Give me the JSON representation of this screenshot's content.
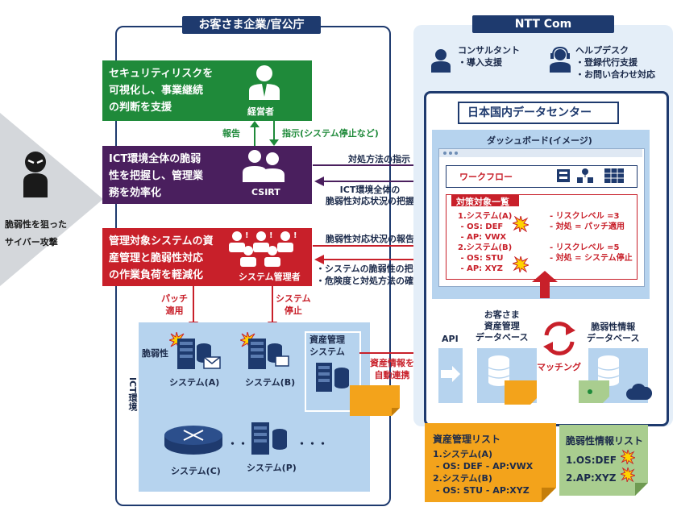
{
  "left": {
    "attack_label": "脆弱性を狙った\nサイバー攻撃"
  },
  "customer": {
    "header": "お客さま企業/官公庁",
    "exec_box": {
      "text": "セキュリティリスクを\n可視化し、事業継続\nの判断を支援",
      "role": "経営者"
    },
    "report_label": "報告",
    "instruct_label": "指示(システム停止など)",
    "csirt_box": {
      "text": "ICT環境全体の脆弱\n性を把握し、管理業\n務を効率化",
      "role": "CSIRT"
    },
    "admin_box": {
      "text": "管理対象システムの資\n産管理と脆弱性対応\nの作業負荷を軽減化",
      "role": "システム管理者"
    },
    "patch_label": "パッチ\n適用",
    "stop_label": "システム\n停止",
    "ict_label": "ICT環境",
    "vuln_label": "脆弱性",
    "systems": [
      "システム(A)",
      "システム(B)",
      "システム(C)",
      "システム(P)"
    ],
    "dots": "・・・",
    "asset_system": "資産管理\nシステム"
  },
  "arrows": {
    "instruction": "対処方法の指示",
    "grasp": "ICT環境全体の\n脆弱性対応状況の把握",
    "report": "脆弱性対応状況の報告",
    "bullets": "・システムの脆弱性の把握\n・危険度と対処方法の確認",
    "auto": "資産情報を\n自動連携"
  },
  "ntt": {
    "header": "NTT Com",
    "consultant": "コンサルタント\n・導入支援",
    "helpdesk": "ヘルプデスク\n・登録代行支援\n・お問い合わせ対応",
    "dc_header": "日本国内データセンター",
    "dashboard_title": "ダッシュボード(イメージ)",
    "workflow": "ワークフロー",
    "target_header": "対策対象一覧",
    "target_left": "1.システム(A)\n - OS: DEF\n - AP: VWX\n2.システム(B)\n - OS: STU\n - AP: XYZ",
    "target_right": "- リスクレベル =3\n- 対処 = パッチ適用\n\n- リスクレベル =5\n- 対処 = システム停止",
    "api": "API",
    "asset_db": "お客さま\n資産管理\nデータベース",
    "matching": "マッチング",
    "vuln_db": "脆弱性情報\nデータベース"
  },
  "notes": {
    "asset_list": {
      "title": "資産管理リスト",
      "lines": "1.システム(A)\n - OS: DEF - AP:VWX\n2.システム(B)\n - OS: STU - AP:XYZ"
    },
    "vuln_list": {
      "title": "脆弱性情報リスト",
      "lines": "1.OS:DEF\n2.AP:XYZ"
    }
  },
  "colors": {
    "navy": "#1e3a6e",
    "green": "#1f8a3a",
    "purple": "#4a1f5e",
    "red": "#c8202a",
    "light_blue": "#b6d3ee",
    "orange": "#f3a31b",
    "pale_green": "#a9cd8f"
  }
}
